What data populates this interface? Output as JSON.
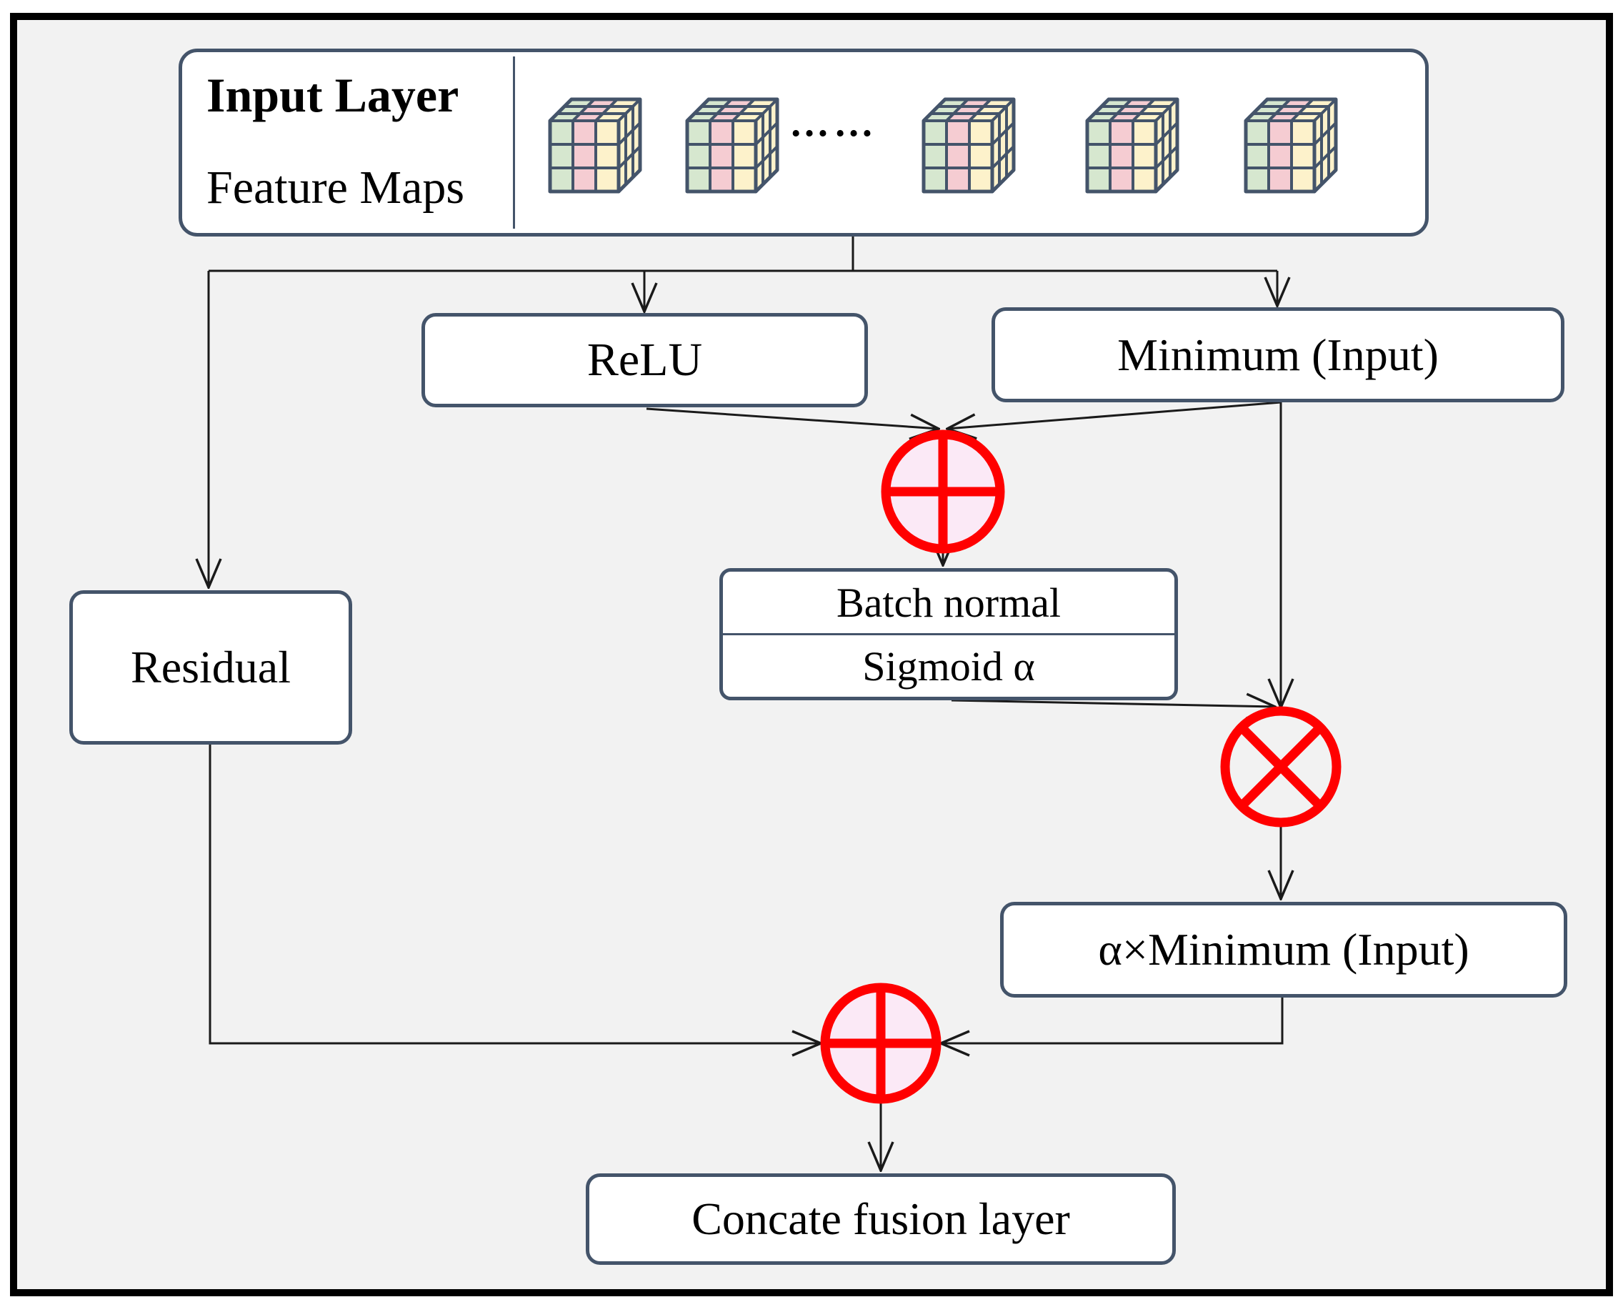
{
  "figure": {
    "colors": {
      "background": "#f2f2f2",
      "frame": "#000000",
      "node_border": "#44546a",
      "operator_stroke": "#ff0000",
      "operator_fill": "#fbe9f6",
      "connector": "#1a1a1a",
      "cube_green": "#d6e7cf",
      "cube_pink": "#f5ccd2",
      "cube_yellow": "#fdf2cb"
    },
    "input_layer": {
      "title": "Input Layer",
      "subtitle": "Feature Maps",
      "ellipsis": "……",
      "cube_count": "5"
    },
    "nodes": {
      "relu": {
        "label": "ReLU"
      },
      "minimum_input": {
        "label": "Minimum (Input)"
      },
      "residual": {
        "label": "Residual"
      },
      "batch_normal": {
        "label": "Batch normal"
      },
      "sigmoid_alpha": {
        "label": "Sigmoid α"
      },
      "alpha_minimum_input": {
        "label": "α×Minimum (Input)"
      },
      "concate_fusion": {
        "label": "Concate fusion layer"
      }
    },
    "operators": {
      "add_1": {
        "icon": "circle-plus-icon"
      },
      "multiply_1": {
        "icon": "circle-times-icon"
      },
      "add_2": {
        "icon": "circle-plus-icon"
      }
    }
  }
}
